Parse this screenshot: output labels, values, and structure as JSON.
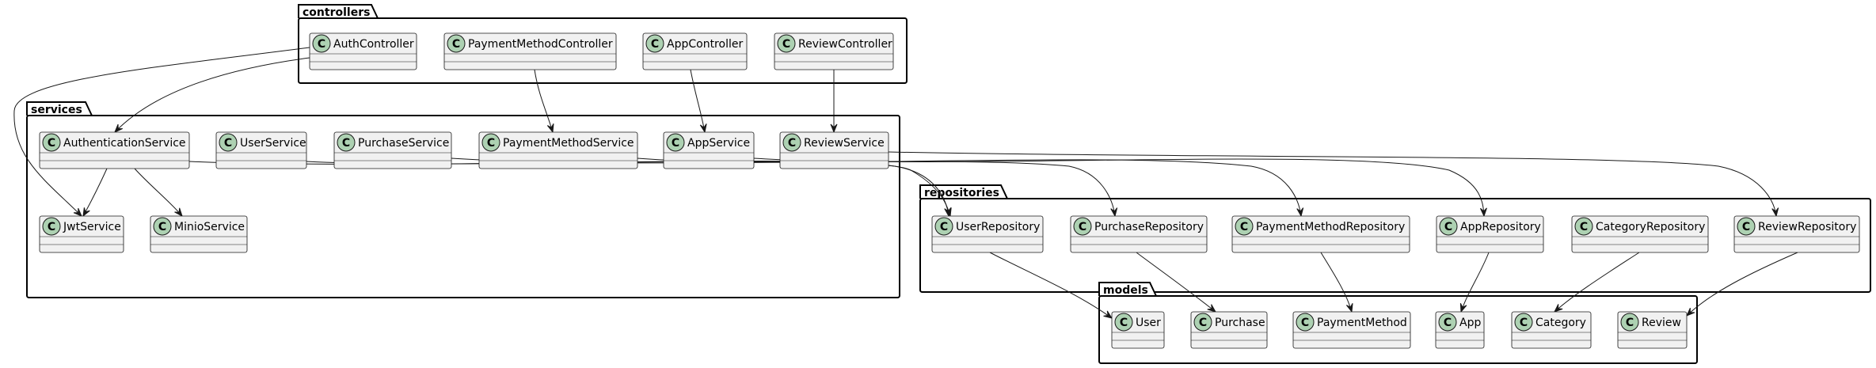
{
  "colors": {
    "class_fill": "#f1f1f1",
    "class_border": "#181818",
    "class_icon": "#add1b2",
    "package_border": "#000000",
    "edge": "#181818"
  },
  "class_icon_letter": "C",
  "packages": [
    {
      "id": "controllers",
      "title": "controllers"
    },
    {
      "id": "services",
      "title": "services"
    },
    {
      "id": "repositories",
      "title": "repositories"
    },
    {
      "id": "models",
      "title": "models"
    }
  ],
  "classes": [
    {
      "id": "AuthController",
      "name": "AuthController",
      "package": "controllers"
    },
    {
      "id": "PaymentMethodController",
      "name": "PaymentMethodController",
      "package": "controllers"
    },
    {
      "id": "AppController",
      "name": "AppController",
      "package": "controllers"
    },
    {
      "id": "ReviewController",
      "name": "ReviewController",
      "package": "controllers"
    },
    {
      "id": "AuthenticationService",
      "name": "AuthenticationService",
      "package": "services"
    },
    {
      "id": "UserService",
      "name": "UserService",
      "package": "services"
    },
    {
      "id": "PurchaseService",
      "name": "PurchaseService",
      "package": "services"
    },
    {
      "id": "PaymentMethodService",
      "name": "PaymentMethodService",
      "package": "services"
    },
    {
      "id": "AppService",
      "name": "AppService",
      "package": "services"
    },
    {
      "id": "ReviewService",
      "name": "ReviewService",
      "package": "services"
    },
    {
      "id": "JwtService",
      "name": "JwtService",
      "package": "services"
    },
    {
      "id": "MinioService",
      "name": "MinioService",
      "package": "services"
    },
    {
      "id": "UserRepository",
      "name": "UserRepository",
      "package": "repositories"
    },
    {
      "id": "PurchaseRepository",
      "name": "PurchaseRepository",
      "package": "repositories"
    },
    {
      "id": "PaymentMethodRepository",
      "name": "PaymentMethodRepository",
      "package": "repositories"
    },
    {
      "id": "AppRepository",
      "name": "AppRepository",
      "package": "repositories"
    },
    {
      "id": "CategoryRepository",
      "name": "CategoryRepository",
      "package": "repositories"
    },
    {
      "id": "ReviewRepository",
      "name": "ReviewRepository",
      "package": "repositories"
    },
    {
      "id": "User",
      "name": "User",
      "package": "models"
    },
    {
      "id": "Purchase",
      "name": "Purchase",
      "package": "models"
    },
    {
      "id": "PaymentMethod",
      "name": "PaymentMethod",
      "package": "models"
    },
    {
      "id": "App",
      "name": "App",
      "package": "models"
    },
    {
      "id": "Category",
      "name": "Category",
      "package": "models"
    },
    {
      "id": "Review",
      "name": "Review",
      "package": "models"
    }
  ],
  "relations": [
    {
      "from": "AuthController",
      "to": "AuthenticationService"
    },
    {
      "from": "AuthController",
      "to": "JwtService"
    },
    {
      "from": "PaymentMethodController",
      "to": "PaymentMethodService"
    },
    {
      "from": "AppController",
      "to": "AppService"
    },
    {
      "from": "ReviewController",
      "to": "ReviewService"
    },
    {
      "from": "AuthenticationService",
      "to": "JwtService"
    },
    {
      "from": "AuthenticationService",
      "to": "MinioService"
    },
    {
      "from": "AuthenticationService",
      "to": "UserRepository"
    },
    {
      "from": "UserService",
      "to": "UserRepository"
    },
    {
      "from": "PurchaseService",
      "to": "PurchaseRepository"
    },
    {
      "from": "PaymentMethodService",
      "to": "PaymentMethodRepository"
    },
    {
      "from": "AppService",
      "to": "AppRepository"
    },
    {
      "from": "ReviewService",
      "to": "ReviewRepository"
    },
    {
      "from": "UserRepository",
      "to": "User"
    },
    {
      "from": "PurchaseRepository",
      "to": "Purchase"
    },
    {
      "from": "PaymentMethodRepository",
      "to": "PaymentMethod"
    },
    {
      "from": "AppRepository",
      "to": "App"
    },
    {
      "from": "CategoryRepository",
      "to": "Category"
    },
    {
      "from": "ReviewRepository",
      "to": "Review"
    }
  ]
}
